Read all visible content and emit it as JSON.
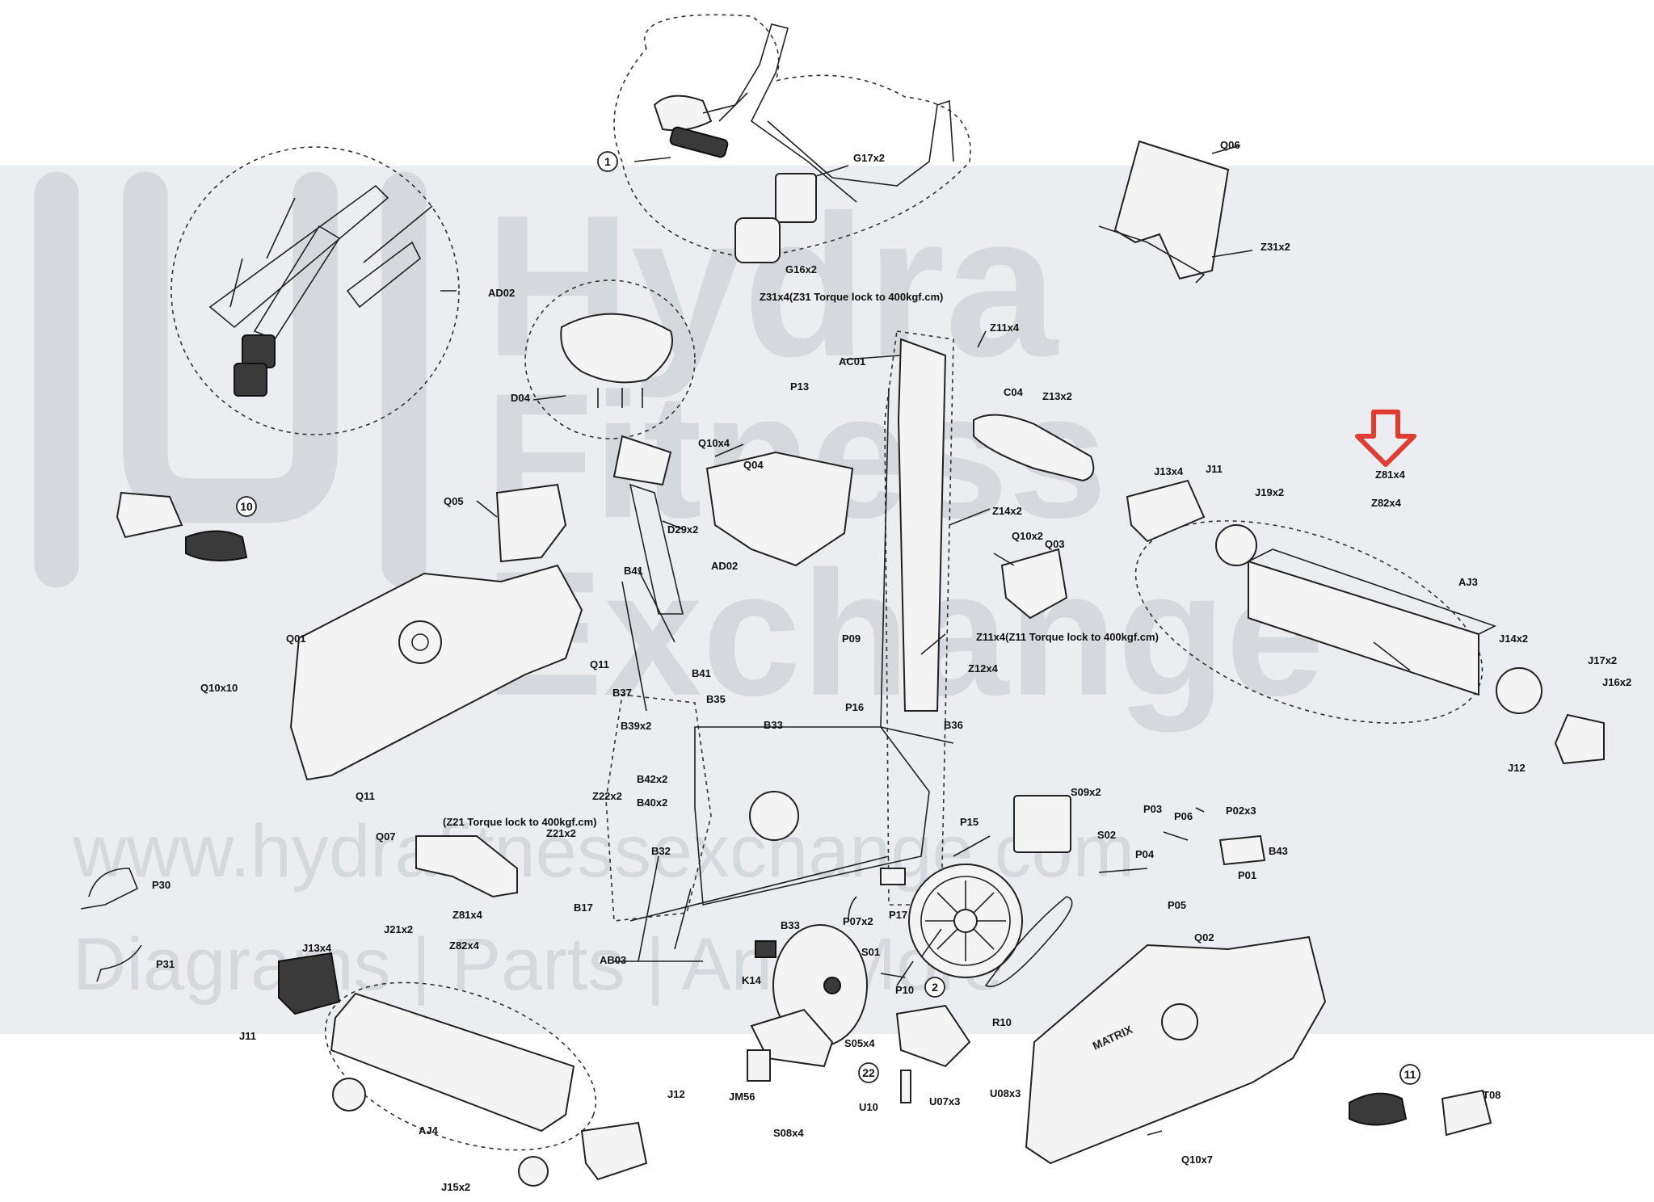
{
  "watermark": {
    "line1": "Hydra",
    "line2": "Fitness",
    "line3": "Exchange",
    "url": "www.hydrafitnessexchange.com",
    "tagline": "Diagrams | Parts | And More"
  },
  "torque_notes": {
    "z31": "Z31x4(Z31 Torque lock to 400kgf.cm)",
    "z11": "Z11x4(Z11 Torque lock to 400kgf.cm)",
    "z21": "(Z21 Torque lock to 400kgf.cm)"
  },
  "brand_mark": "MATRIX",
  "circled_refs": [
    "1",
    "10",
    "2",
    "22",
    "11"
  ],
  "labels": {
    "G17x2": "G17x2",
    "G16x2": "G16x2",
    "Q06": "Q06",
    "Z31x2": "Z31x2",
    "AD02_top": "AD02",
    "D04": "D04",
    "AC01": "AC01",
    "Z11x4": "Z11x4",
    "P13": "P13",
    "C04": "C04",
    "Z13x2": "Z13x2",
    "Q10x4": "Q10x4",
    "Q04": "Q04",
    "Q05": "Q05",
    "D29x2": "D29x2",
    "Z14x2": "Z14x2",
    "J13x4_r": "J13x4",
    "J11_r": "J11",
    "J19x2": "J19x2",
    "Z81x4_r": "Z81x4",
    "Z82x4_r": "Z82x4",
    "AJ3": "AJ3",
    "Q10x2": "Q10x2",
    "Q03": "Q03",
    "B41_top": "B41",
    "AD02_mid": "AD02",
    "P09": "P09",
    "Q01": "Q01",
    "Q11_a": "Q11",
    "Q10x10": "Q10x10",
    "Z12x4": "Z12x4",
    "J14x2": "J14x2",
    "J17x2": "J17x2",
    "J16x2": "J16x2",
    "J12_r": "J12",
    "B37": "B37",
    "B41_mid": "B41",
    "B35": "B35",
    "P16": "P16",
    "B36": "B36",
    "B39x2": "B39x2",
    "B33_a": "B33",
    "Q11_b": "Q11",
    "B42x2": "B42x2",
    "B40x2": "B40x2",
    "S09x2": "S09x2",
    "Z22x2": "Z22x2",
    "Z21x2": "Z21x2",
    "Q07": "Q07",
    "P15": "P15",
    "S02": "S02",
    "P03": "P03",
    "P06": "P06",
    "P02x3": "P02x3",
    "B43": "B43",
    "B32": "B32",
    "P04": "P04",
    "P01": "P01",
    "P30": "P30",
    "P05": "P05",
    "B17": "B17",
    "P07x2": "P07x2",
    "P17": "P17",
    "B33_b": "B33",
    "Z81x4_l": "Z81x4",
    "J21x2": "J21x2",
    "Z82x4_l": "Z82x4",
    "J13x4_l": "J13x4",
    "P31": "P31",
    "AB03": "AB03",
    "S01": "S01",
    "Q02": "Q02",
    "K14": "K14",
    "P10": "P10",
    "R10": "R10",
    "J11_l": "J11",
    "S05x4": "S05x4",
    "J12_l": "J12",
    "JM56": "JM56",
    "U10": "U10",
    "U07x3": "U07x3",
    "U08x3": "U08x3",
    "T08": "T08",
    "AJ4": "AJ4",
    "S08x4": "S08x4",
    "Q10x7": "Q10x7",
    "J15x2": "J15x2"
  },
  "highlight": {
    "color": "#e03c31",
    "target": "Z81x4"
  },
  "colors": {
    "watermark": "#d5d8dd",
    "band": "#ebedf0",
    "line": "#222222"
  }
}
